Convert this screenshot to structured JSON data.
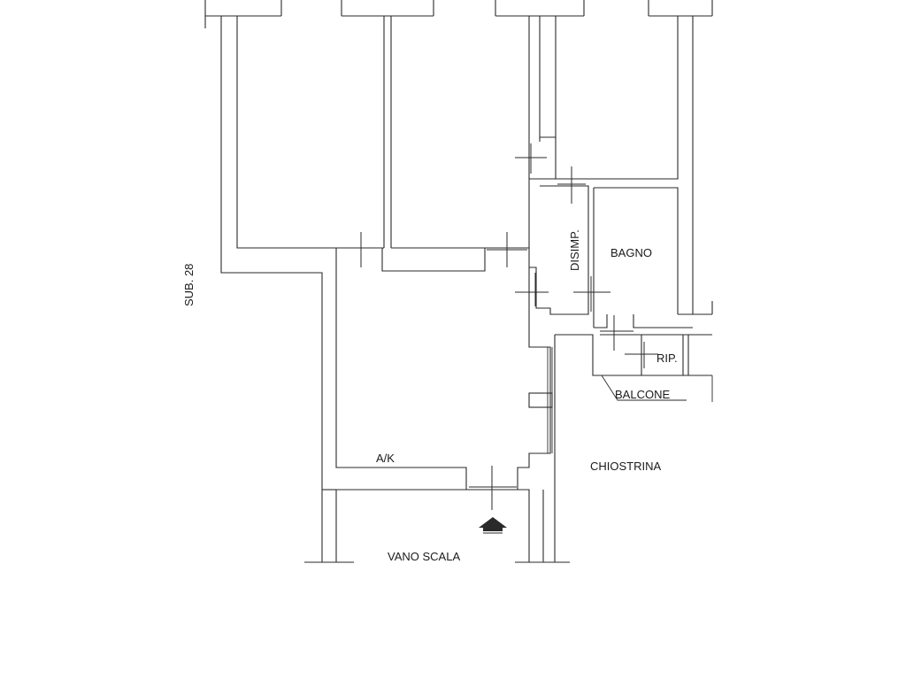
{
  "plan": {
    "labels": {
      "sub": "SUB. 28",
      "disimp": "DISIMP.",
      "bagno": "BAGNO",
      "rip": "RIP.",
      "balcone": "BALCONE",
      "ak": "A/K",
      "chiostrina": "CHIOSTRINA",
      "vano_scala": "VANO SCALA"
    },
    "colors": {
      "line": "#2a2a2a",
      "background": "#ffffff"
    },
    "icons": [
      "entrance-arrow-icon"
    ]
  }
}
